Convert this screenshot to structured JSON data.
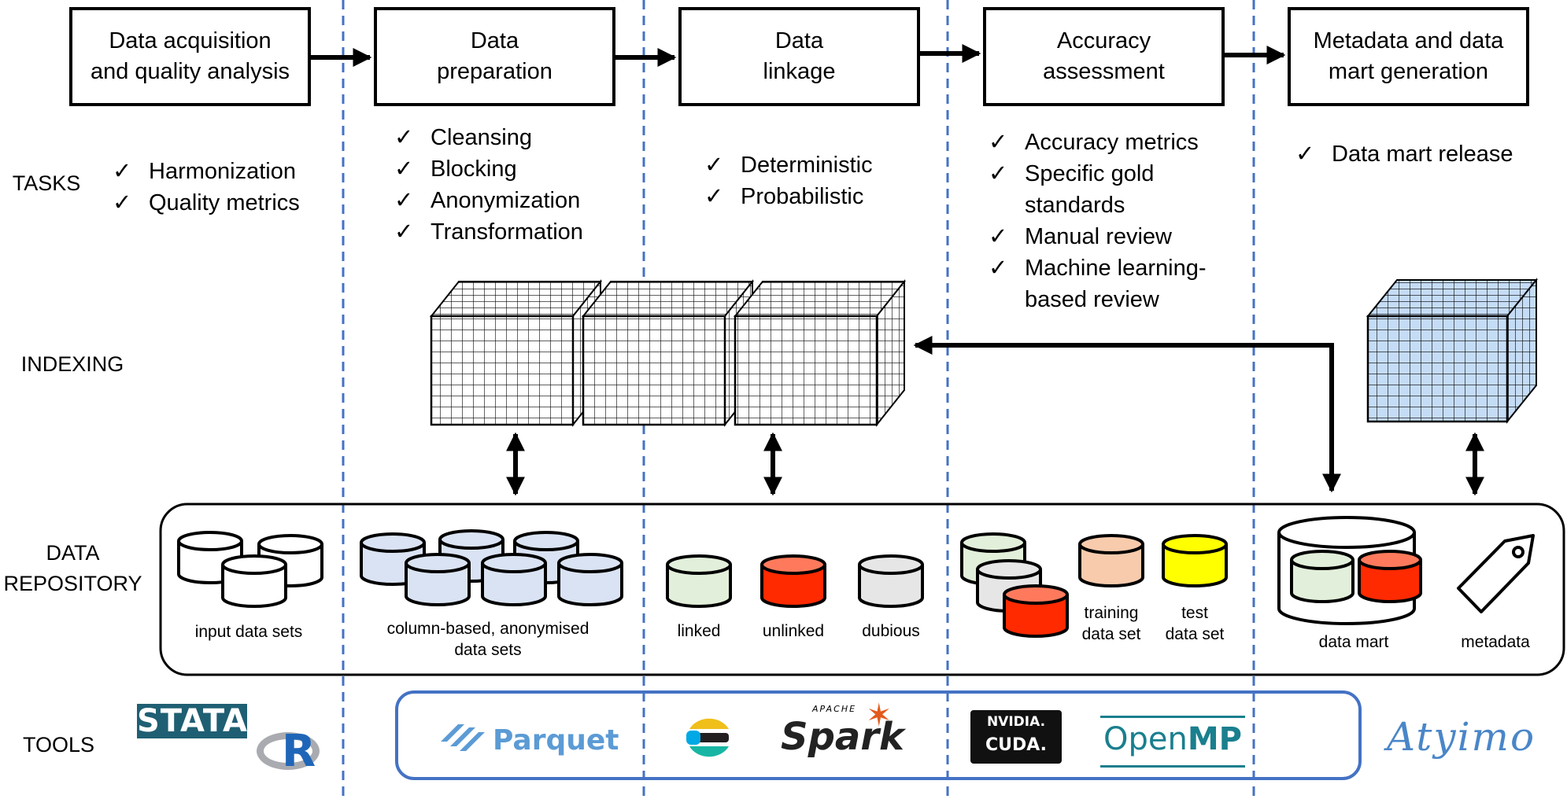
{
  "stages": [
    "Data acquisition\nand quality analysis",
    "Data\npreparation",
    "Data\nlinkage",
    "Accuracy\nassessment",
    "Metadata and data\nmart generation"
  ],
  "row_labels": {
    "tasks": "TASKS",
    "indexing": "INDEXING",
    "repository": "DATA\nREPOSITORY",
    "tools": "TOOLS"
  },
  "check_mark": "✓",
  "tasks": {
    "acquisition": [
      "Harmonization",
      "Quality metrics"
    ],
    "preparation": [
      "Cleansing",
      "Blocking",
      "Anonymization",
      "Transformation"
    ],
    "linkage": [
      "Deterministic",
      "Probabilistic"
    ],
    "accuracy": [
      "Accuracy metrics",
      "Specific gold",
      "standards",
      "Manual review",
      "Machine learning-",
      "based review"
    ],
    "metadata": [
      "Data mart release"
    ]
  },
  "repository": {
    "input": "input data sets",
    "columnar": "column-based, anonymised\ndata sets",
    "linked": "linked",
    "unlinked": "unlinked",
    "dubious": "dubious",
    "training": "training\ndata set",
    "test": "test\ndata set",
    "data_mart": "data mart",
    "metadata": "metadata"
  },
  "tools": {
    "stata": "STATA",
    "r": "R",
    "parquet": "Parquet",
    "spark": "Spark",
    "spark_apache": "APACHE",
    "nvidia": "NVIDIA.",
    "cuda": "CUDA.",
    "openmp_a": "Open",
    "openmp_b": "MP",
    "atyimo": "Atyimo"
  },
  "colors": {
    "divider": "#4472c4",
    "tools_border": "#4472c4",
    "cube_blue": "#c5dcf6",
    "db_light_blue": "#dae3f3",
    "db_green": "#e2efda",
    "db_red": "#ff2a00",
    "db_grey": "#e7e6e6",
    "db_peach": "#f8cbad",
    "db_yellow": "#ffff00",
    "parquet_blue": "#5b9bd5",
    "openmp_teal": "#1a7f8e",
    "atyimo_blue": "#4a86c8"
  }
}
